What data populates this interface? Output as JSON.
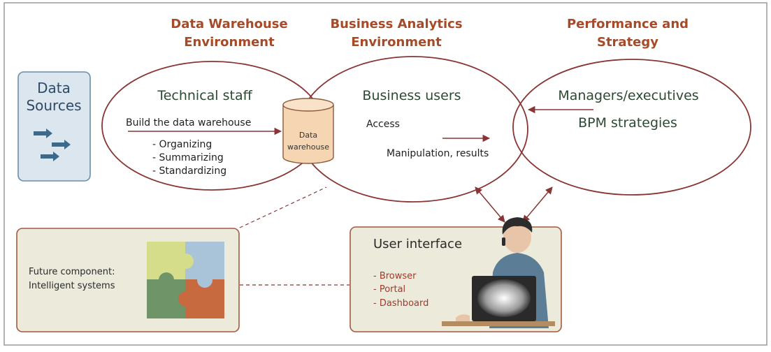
{
  "headers": {
    "dw_line1": "Data Warehouse",
    "dw_line2": "Environment",
    "ba_line1": "Business Analytics",
    "ba_line2": "Environment",
    "ps_line1": "Performance and",
    "ps_line2": "Strategy"
  },
  "data_sources": {
    "line1": "Data",
    "line2": "Sources"
  },
  "technical": {
    "title": "Technical staff",
    "action": "Build the data warehouse",
    "items": [
      "- Organizing",
      "- Summarizing",
      "- Standardizing"
    ]
  },
  "warehouse": {
    "line1": "Data",
    "line2": "warehouse"
  },
  "business": {
    "title": "Business users",
    "access": "Access",
    "manipulation": "Manipulation, results"
  },
  "managers": {
    "title": "Managers/executives",
    "strategy": "BPM strategies"
  },
  "future": {
    "line1": "Future component:",
    "line2": "Intelligent systems"
  },
  "user_interface": {
    "title": "User interface",
    "items": [
      "- Browser",
      "- Portal",
      "- Dashboard"
    ]
  },
  "colors": {
    "header": "#a64a28",
    "ellipse": "#8a3535",
    "box_fill": "#ebeadb",
    "box_border": "#a4593f",
    "source_fill": "#dbe6ee",
    "source_border": "#6b8ea7",
    "arrow_blue": "#3d6a8c",
    "cylinder": "#f6d5b2",
    "puzzle_yellow": "#d5dc8a",
    "puzzle_blue": "#a9c3d9",
    "puzzle_green": "#6f9468",
    "puzzle_orange": "#c76a40"
  }
}
